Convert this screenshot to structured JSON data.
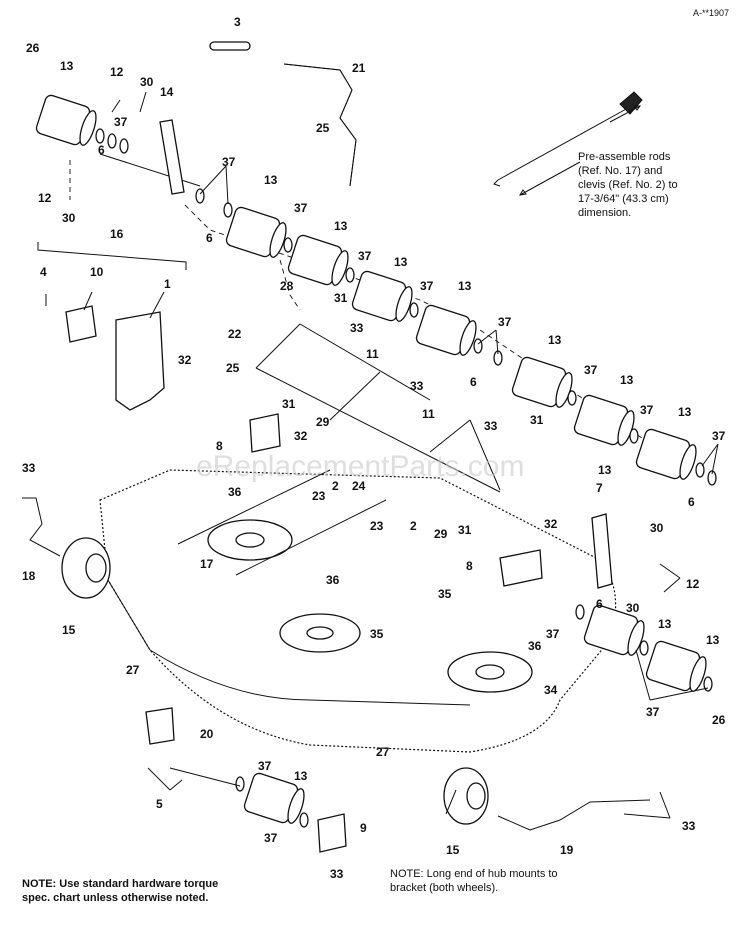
{
  "figure_id": "A-**1907",
  "watermark": "eReplacementParts.com",
  "notes": {
    "preassemble": [
      "Pre-assemble rods",
      "(Ref. No. 17) and",
      "clevis (Ref. No. 2) to",
      "17-3/64\" (43.3 cm)",
      "dimension."
    ],
    "hub": [
      "NOTE: Long end of hub mounts to",
      "bracket (both wheels)."
    ],
    "torque": [
      "NOTE: Use standard hardware torque",
      "spec. chart unless otherwise noted."
    ]
  },
  "callouts": [
    "26",
    "13",
    "12",
    "30",
    "14",
    "37",
    "6",
    "12",
    "30",
    "3",
    "21",
    "25",
    "37",
    "6",
    "13",
    "37",
    "13",
    "37",
    "13",
    "37",
    "13",
    "16",
    "4",
    "10",
    "1",
    "32",
    "28",
    "31",
    "22",
    "33",
    "11",
    "37",
    "6",
    "13",
    "25",
    "8",
    "31",
    "32",
    "29",
    "33",
    "11",
    "33",
    "31",
    "13",
    "37",
    "13",
    "37",
    "13",
    "37",
    "6",
    "33",
    "36",
    "23",
    "24",
    "2",
    "23",
    "2",
    "29",
    "7",
    "31",
    "32",
    "30",
    "8",
    "12",
    "17",
    "36",
    "35",
    "6",
    "13",
    "18",
    "15",
    "35",
    "36",
    "37",
    "30",
    "13",
    "27",
    "34",
    "37",
    "26",
    "20",
    "37",
    "13",
    "27",
    "5",
    "37",
    "9",
    "15",
    "19",
    "33",
    "33"
  ],
  "colors": {
    "ink": "#111111",
    "paper": "#ffffff",
    "watermark": "#c9c9c9"
  }
}
